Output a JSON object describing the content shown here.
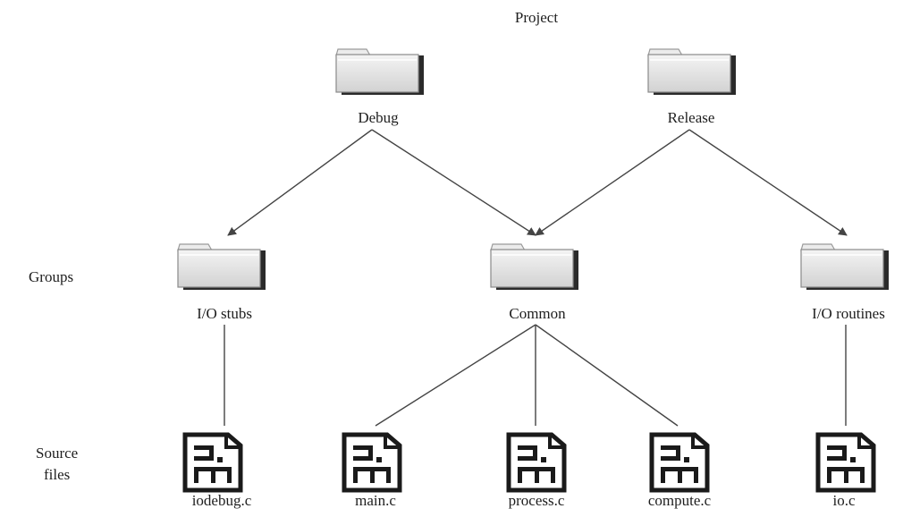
{
  "title": "Project",
  "row_labels": {
    "groups": "Groups",
    "source_files_line1": "Source",
    "source_files_line2": "files"
  },
  "configurations": [
    {
      "label": "Debug",
      "icon": "folder-icon"
    },
    {
      "label": "Release",
      "icon": "folder-icon"
    }
  ],
  "groups": [
    {
      "label": "I/O stubs",
      "icon": "folder-icon"
    },
    {
      "label": "Common",
      "icon": "folder-icon"
    },
    {
      "label": "I/O routines",
      "icon": "folder-icon"
    }
  ],
  "source_files": [
    {
      "label": "iodebug.c",
      "icon": "source-file-icon"
    },
    {
      "label": "main.c",
      "icon": "source-file-icon"
    },
    {
      "label": "process.c",
      "icon": "source-file-icon"
    },
    {
      "label": "compute.c",
      "icon": "source-file-icon"
    },
    {
      "label": "io.c",
      "icon": "source-file-icon"
    }
  ],
  "colors": {
    "line": "#444444",
    "folder_fill": "#e6e6e6",
    "folder_shadow": "#2a2a2a",
    "file_ink": "#1a1a1a"
  }
}
